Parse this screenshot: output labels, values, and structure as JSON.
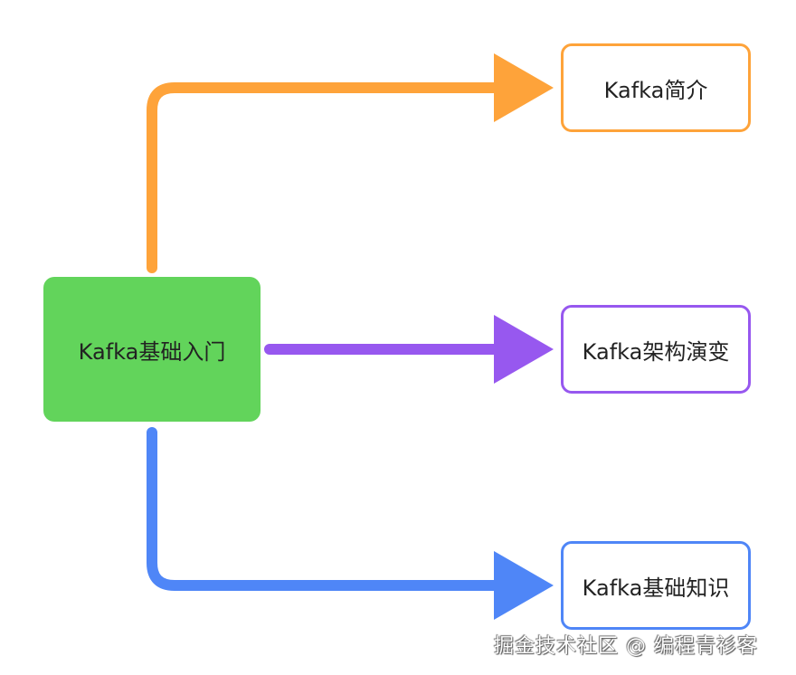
{
  "diagram": {
    "root": {
      "label": "Kafka基础入门",
      "color": "#62d45b"
    },
    "children": [
      {
        "label": "Kafka简介",
        "color": "#fea33a"
      },
      {
        "label": "Kafka架构演变",
        "color": "#9758ef"
      },
      {
        "label": "Kafka基础知识",
        "color": "#4f86f7"
      }
    ]
  },
  "watermark": "掘金技术社区 @ 编程青衫客"
}
